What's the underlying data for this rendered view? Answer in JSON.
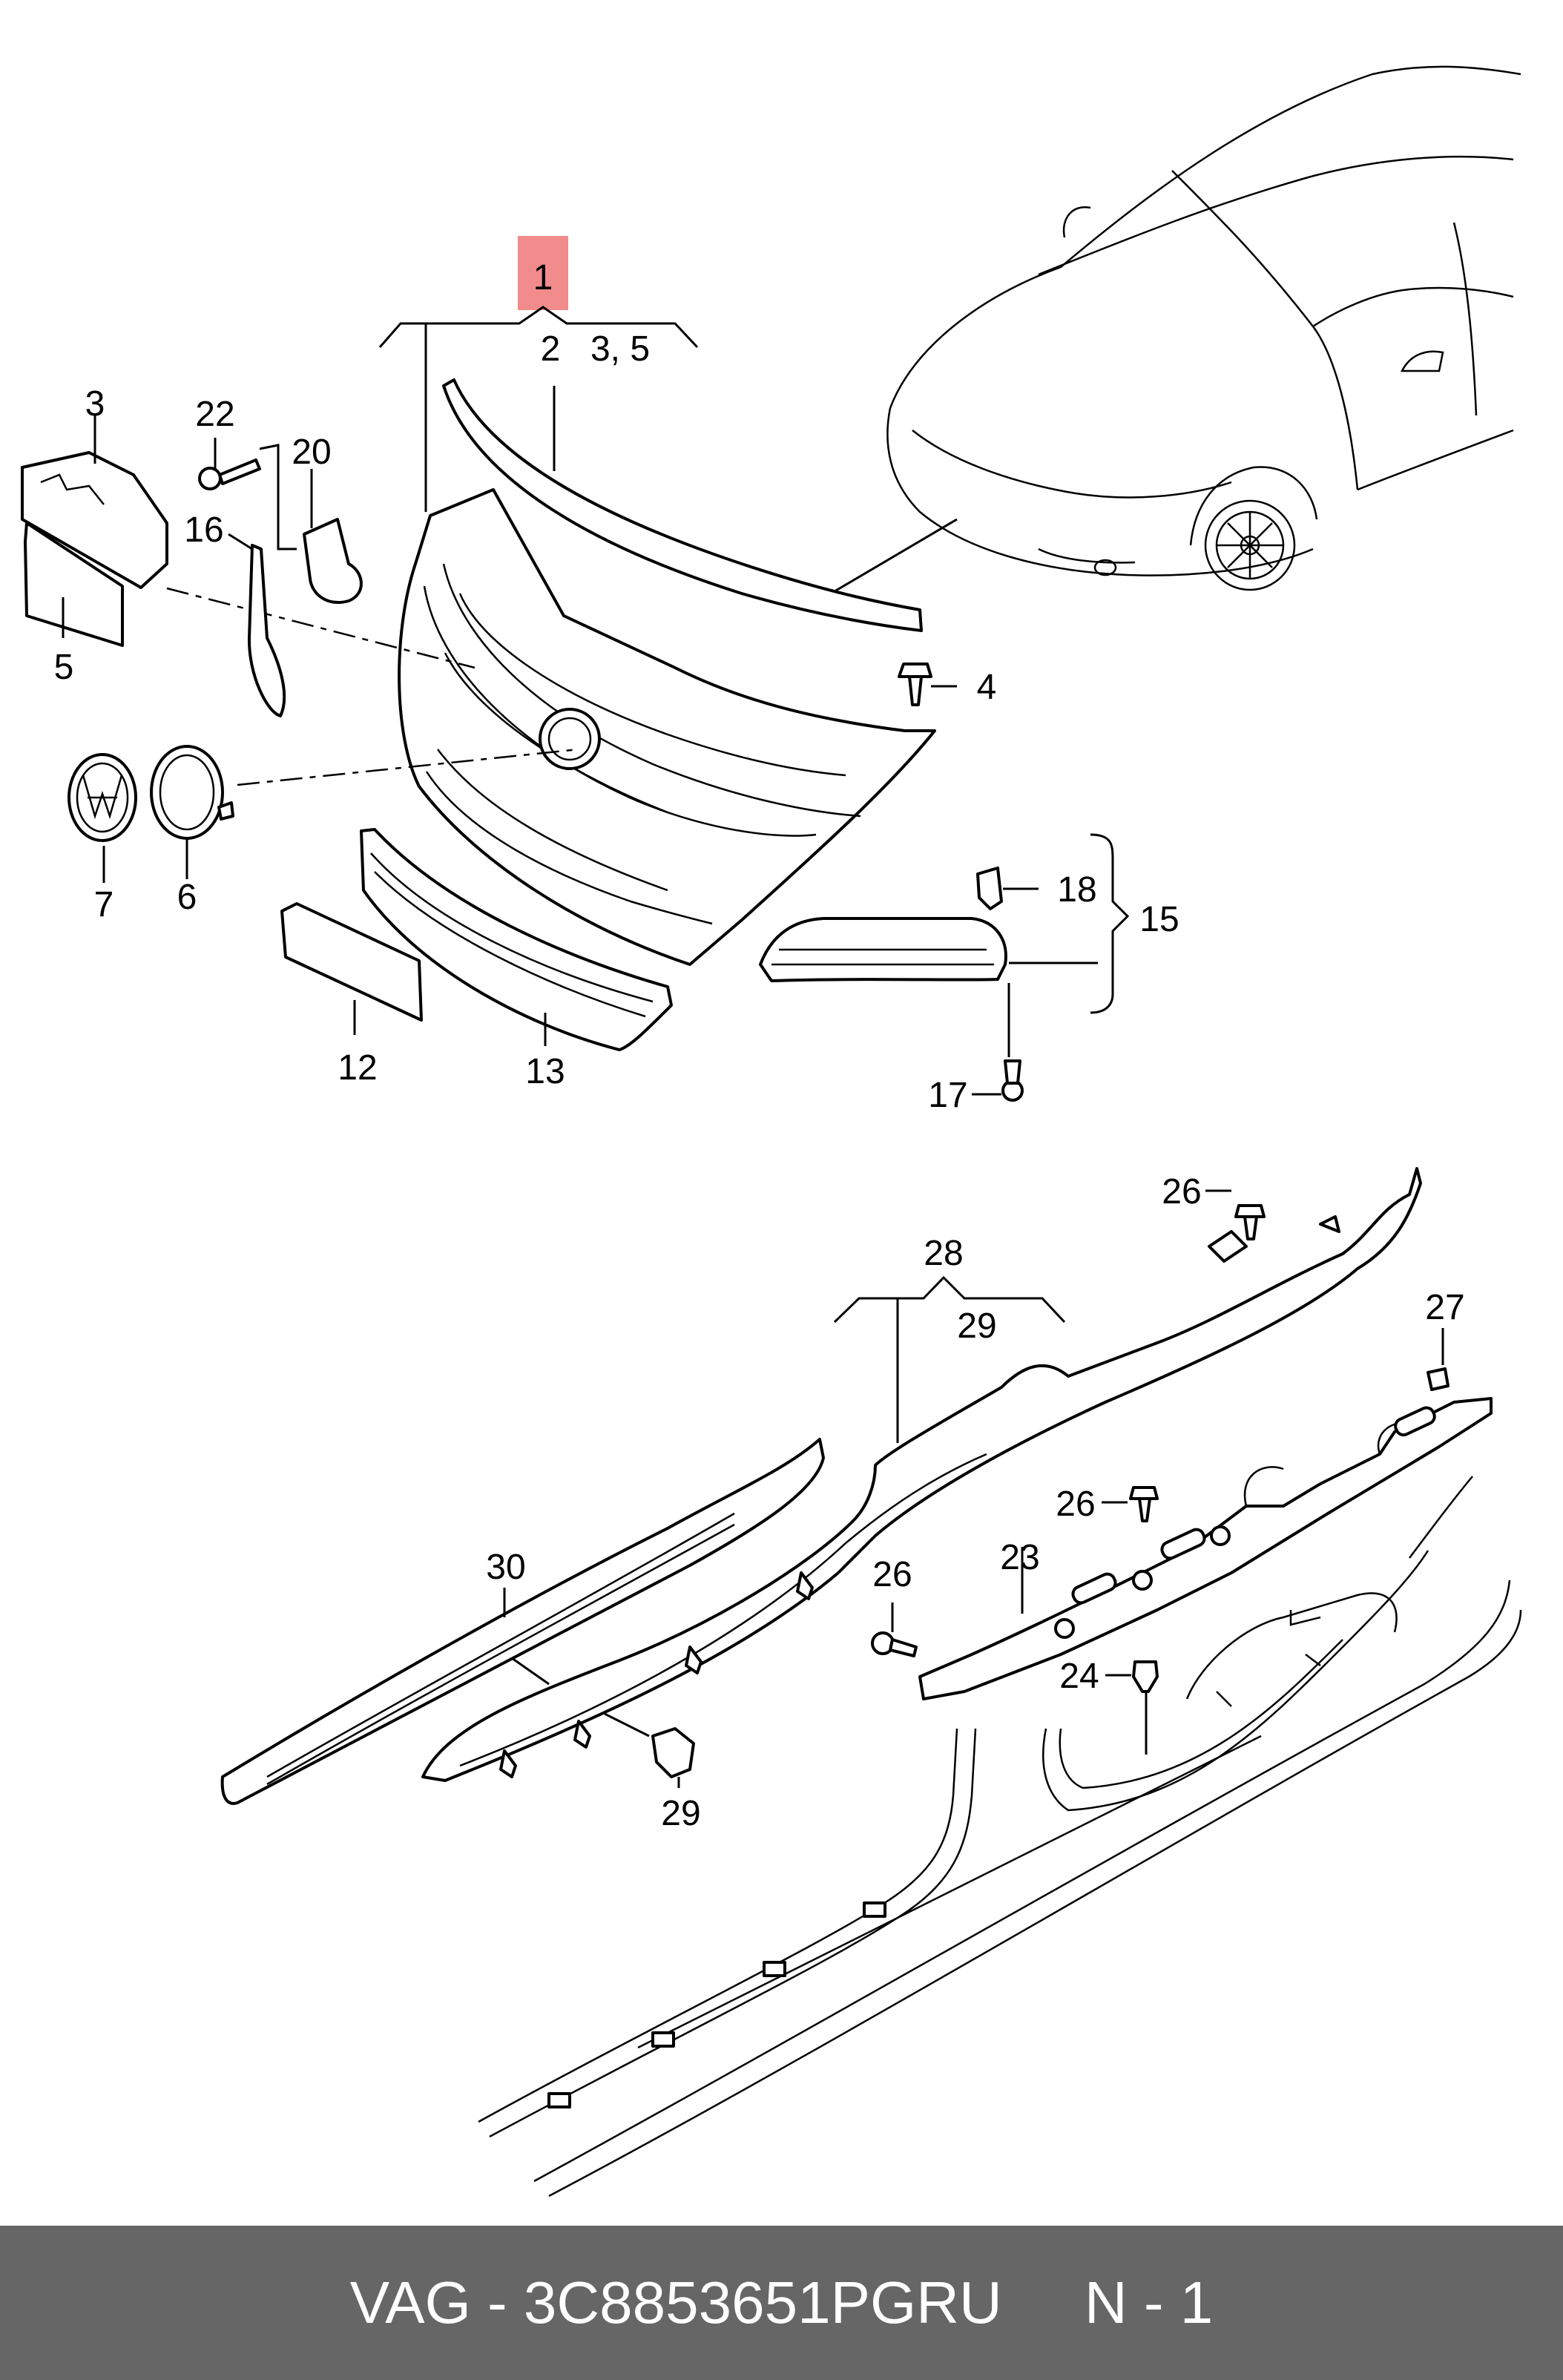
{
  "diagram": {
    "highlight_color": "#f28b8b",
    "callouts": {
      "c1": "1",
      "c2": "2",
      "c3_5": "3, 5",
      "c3": "3",
      "c4": "4",
      "c5": "5",
      "c6": "6",
      "c7": "7",
      "c12": "12",
      "c13": "13",
      "c15": "15",
      "c16": "16",
      "c17": "17",
      "c18": "18",
      "c20": "20",
      "c22": "22",
      "c23": "23",
      "c24": "24",
      "c26a": "26",
      "c26b": "26",
      "c26c": "26",
      "c27": "27",
      "c28": "28",
      "c29a": "29",
      "c29b": "29",
      "c30": "30"
    }
  },
  "footer": {
    "text": "VAG - 3C8853651PGRU     N - 1",
    "background": "#666666"
  }
}
